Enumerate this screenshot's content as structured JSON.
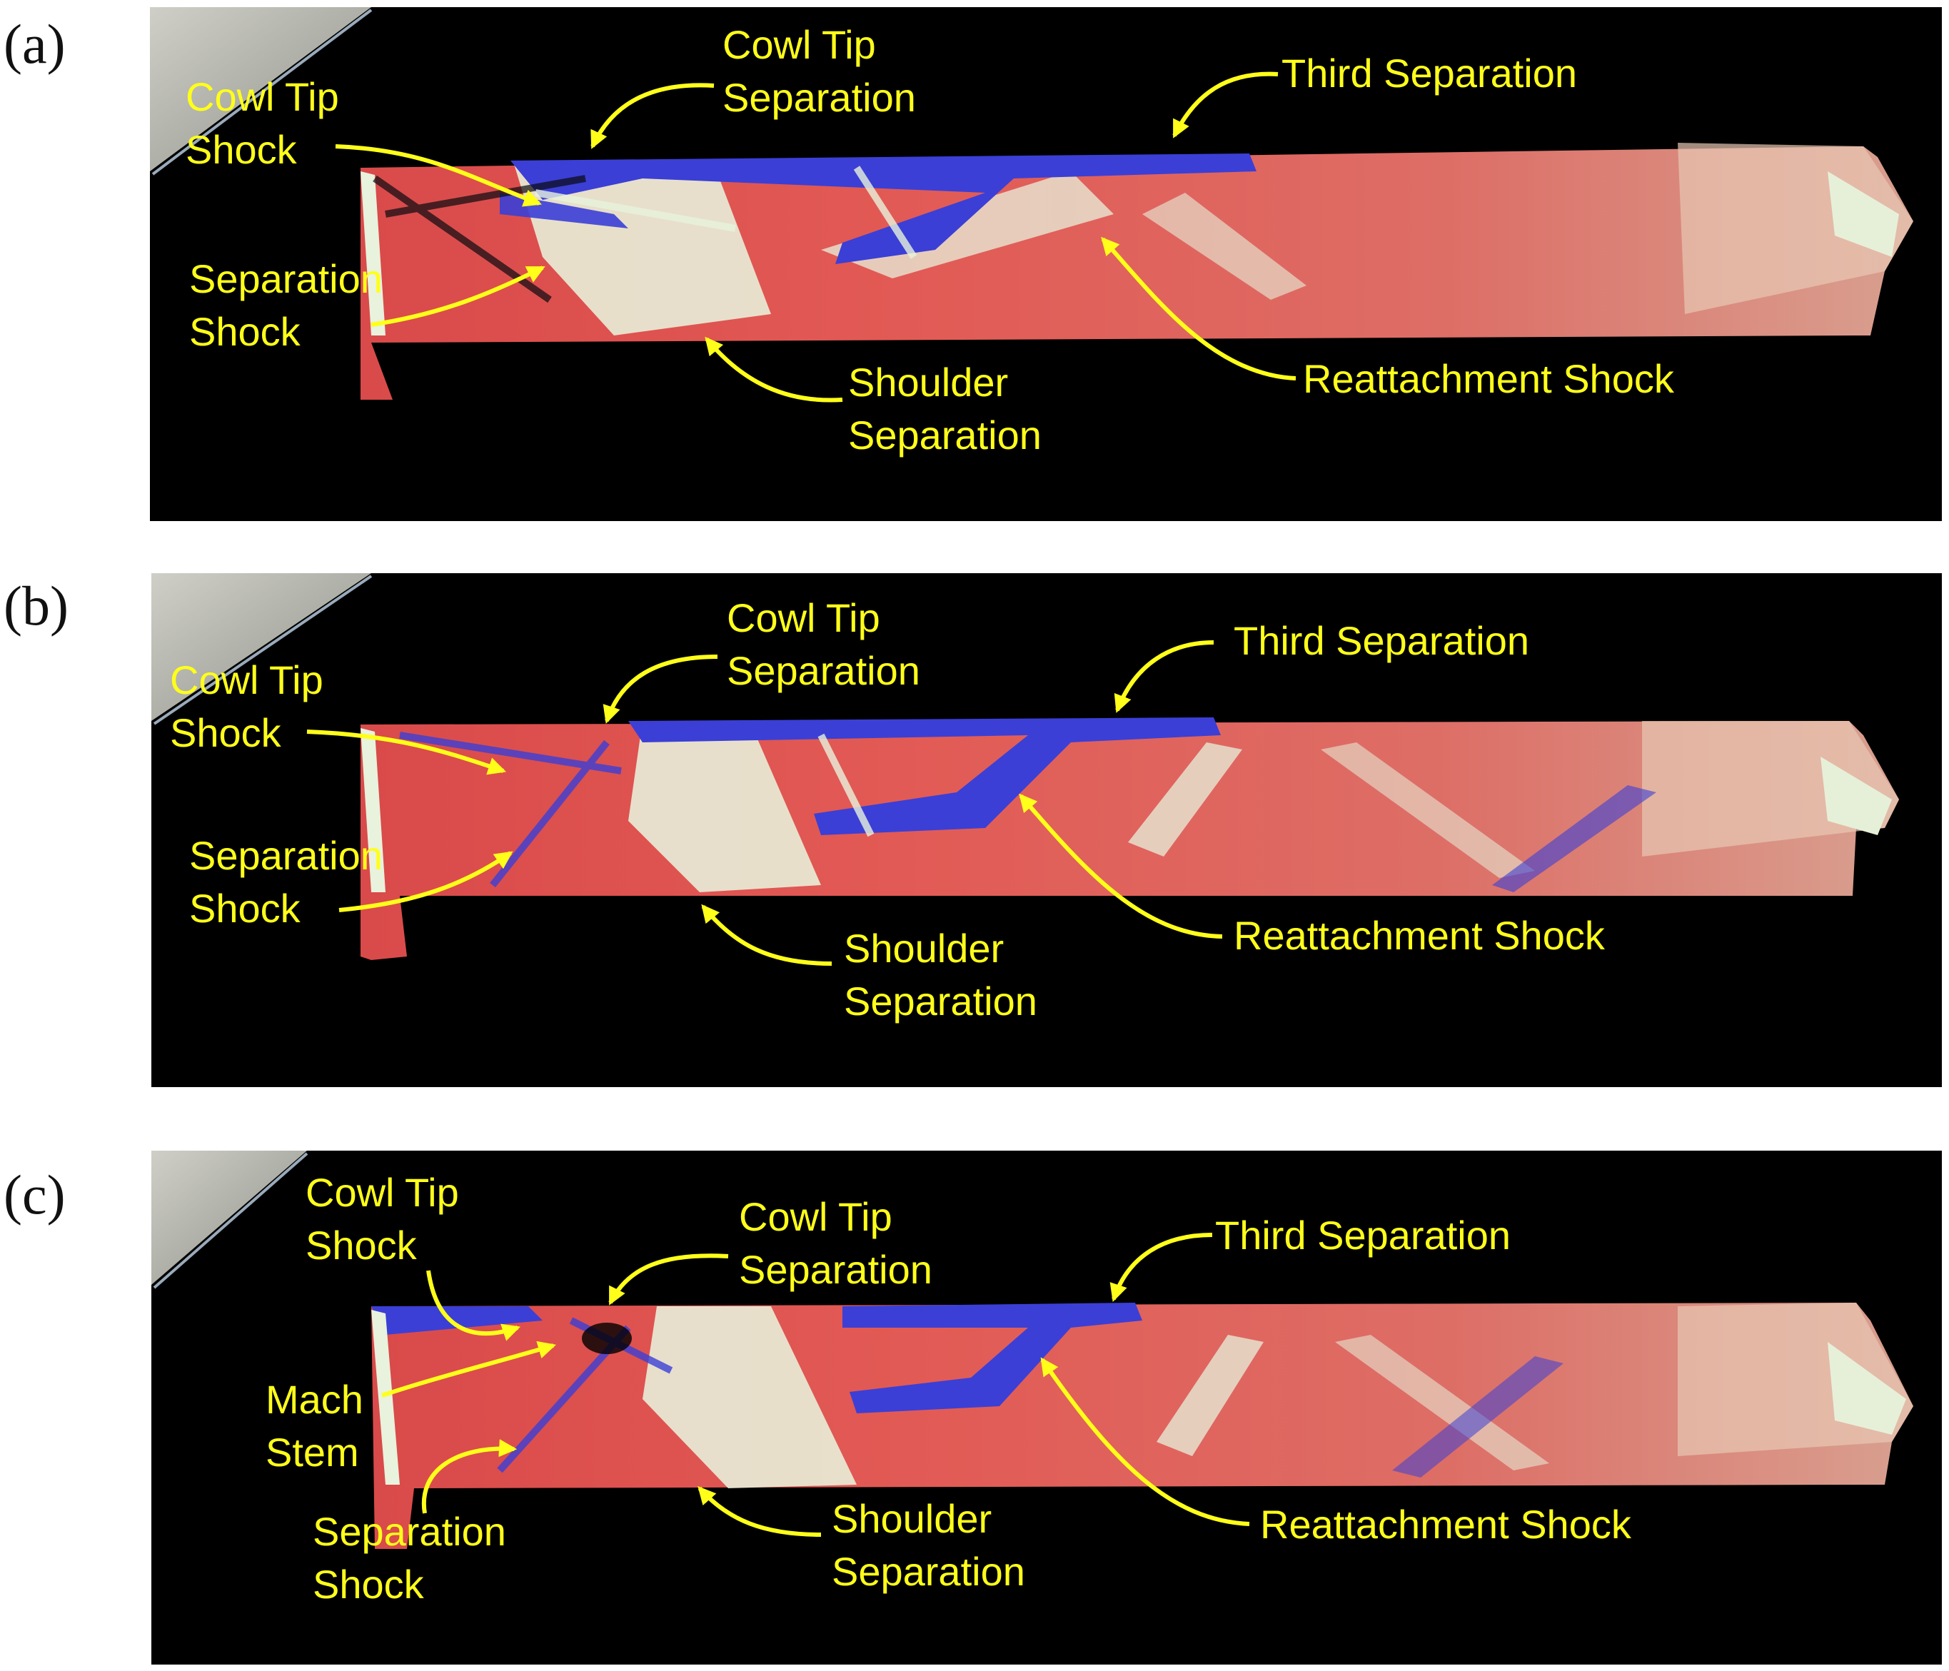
{
  "panels": [
    {
      "letter": "(a)",
      "labels": {
        "cowl_tip_shock": [
          "Cowl Tip",
          "Shock"
        ],
        "cowl_tip_separation": [
          "Cowl Tip",
          "Separation"
        ],
        "third_separation": [
          "Third Separation"
        ],
        "separation_shock": [
          "Separation",
          "Shock"
        ],
        "shoulder_separation": [
          "Shoulder",
          "Separation"
        ],
        "reattachment_shock": [
          "Reattachment Shock"
        ]
      }
    },
    {
      "letter": "(b)",
      "labels": {
        "cowl_tip_shock": [
          "Cowl Tip",
          "Shock"
        ],
        "cowl_tip_separation": [
          "Cowl Tip",
          "Separation"
        ],
        "third_separation": [
          "Third Separation"
        ],
        "separation_shock": [
          "Separation",
          "Shock"
        ],
        "shoulder_separation": [
          "Shoulder",
          "Separation"
        ],
        "reattachment_shock": [
          "Reattachment Shock"
        ]
      }
    },
    {
      "letter": "(c)",
      "labels": {
        "cowl_tip_shock": [
          "Cowl Tip",
          "Shock"
        ],
        "cowl_tip_separation": [
          "Cowl Tip",
          "Separation"
        ],
        "third_separation": [
          "Third Separation"
        ],
        "mach_stem": [
          "Mach",
          "Stem"
        ],
        "separation_shock": [
          "Separation",
          "Shock"
        ],
        "shoulder_separation": [
          "Shoulder",
          "Separation"
        ],
        "reattachment_shock": [
          "Reattachment Shock"
        ]
      }
    }
  ],
  "colors": {
    "background": "#000000",
    "flow_red": "#d9534f",
    "flow_pink": "#e88a84",
    "flow_blue": "#3b3fd6",
    "flow_white": "#e8f2dc",
    "annotation": "#ffff1a"
  }
}
